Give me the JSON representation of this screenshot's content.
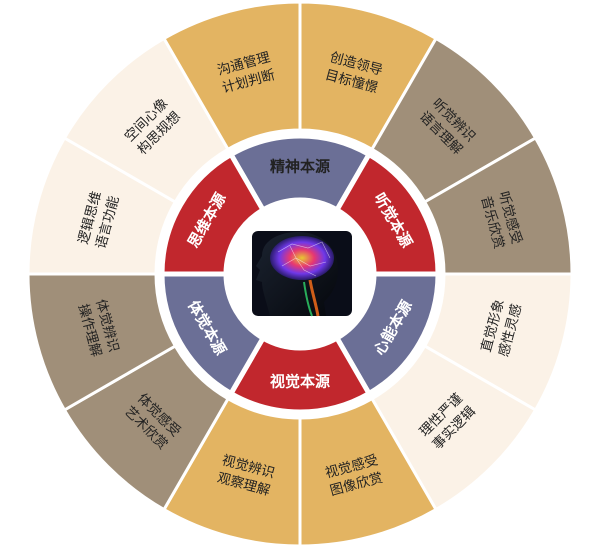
{
  "colors": {
    "tan": "#E3B462",
    "brown": "#A08F79",
    "cream": "#FBF2E7",
    "red": "#C1272D",
    "blue": "#6B6F96",
    "border": "#ffffff",
    "center": "#ffffff"
  },
  "center": {
    "image": "brain-head-icon"
  },
  "inner": [
    {
      "label": "精神本源",
      "color": "blue",
      "text_color": "#222222"
    },
    {
      "label": "听觉本源",
      "color": "red",
      "text_color": "#ffffff"
    },
    {
      "label": "心能本源",
      "color": "blue",
      "text_color": "#ffffff"
    },
    {
      "label": "视觉本源",
      "color": "red",
      "text_color": "#ffffff"
    },
    {
      "label": "体觉本源",
      "color": "blue",
      "text_color": "#ffffff"
    },
    {
      "label": "思维本源",
      "color": "red",
      "text_color": "#ffffff"
    }
  ],
  "outer": [
    {
      "lines": [
        "创造领导",
        "目标憧憬"
      ],
      "color": "tan"
    },
    {
      "lines": [
        "听觉辨识",
        "语言理解"
      ],
      "color": "brown"
    },
    {
      "lines": [
        "听觉感受",
        "音乐欣赏"
      ],
      "color": "brown"
    },
    {
      "lines": [
        "直觉形象",
        "感性灵感"
      ],
      "color": "cream"
    },
    {
      "lines": [
        "理性严谨",
        "事实逻辑"
      ],
      "color": "cream"
    },
    {
      "lines": [
        "视觉感受",
        "图像欣赏"
      ],
      "color": "tan"
    },
    {
      "lines": [
        "视觉辨识",
        "观察理解"
      ],
      "color": "tan"
    },
    {
      "lines": [
        "体觉感受",
        "艺术欣赏"
      ],
      "color": "brown"
    },
    {
      "lines": [
        "体觉辨识",
        "操作理解"
      ],
      "color": "brown"
    },
    {
      "lines": [
        "逻辑思维",
        "语言功能"
      ],
      "color": "cream"
    },
    {
      "lines": [
        "空间心像",
        "构思规想"
      ],
      "color": "cream"
    },
    {
      "lines": [
        "沟通管理",
        "计划判断"
      ],
      "color": "tan"
    }
  ]
}
